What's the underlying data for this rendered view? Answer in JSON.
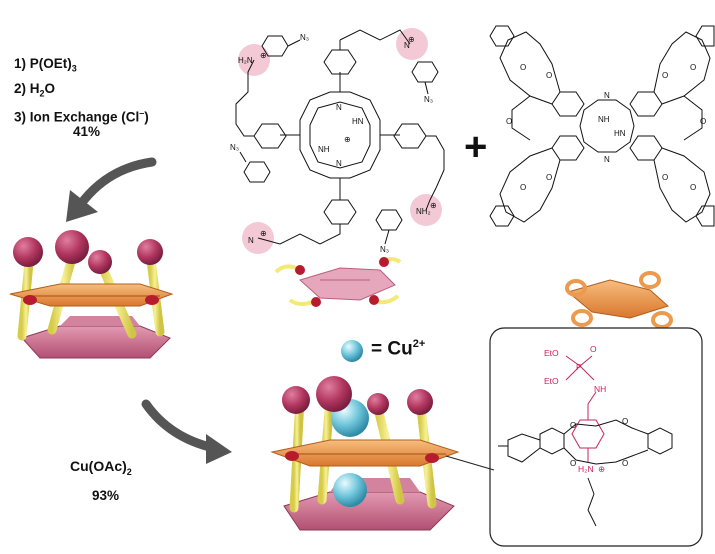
{
  "steps": [
    {
      "label": "1) P(OEt)"
    },
    {
      "label": "2) H"
    },
    {
      "label": "3) Ion Exchange (Cl"
    }
  ],
  "step_parts": {
    "s1_sub": "3",
    "s2_sub": "2",
    "s2_tail": "O",
    "s3_sup": "–",
    "s3_tail": ")"
  },
  "yield1": "41%",
  "reagent2": {
    "main": "Cu(OAc)",
    "sub": "2"
  },
  "yield2": "93%",
  "cu_legend": {
    "eq": "= Cu",
    "charge": "2+"
  },
  "plus": "+",
  "porphyrin_labels": {
    "n3": "N₃",
    "h2n": "H₂N",
    "nh2": "NH₂",
    "hn": "HN",
    "nh": "NH",
    "n": "N",
    "plus": "⊕"
  },
  "phthalocyanine_labels": {
    "nh": "NH",
    "hn": "HN",
    "n": "N",
    "o": "O"
  },
  "inset_labels": {
    "eto1": "EtO",
    "eto2": "EtO",
    "p": "P",
    "o": "O",
    "nh": "NH",
    "h2n": "H₂N",
    "plus": "⊕",
    "o_ring": "O"
  },
  "colors": {
    "pink_bead": "#b0355e",
    "yellow_rod": "#f2ea74",
    "orange_ring": "#ec9a4e",
    "pink_base": "#cc6f8c",
    "cu_ion": "#6fc6db",
    "arrow": "#555555",
    "highlight": "#f3c9d5",
    "red_chem": "#c8245a"
  }
}
